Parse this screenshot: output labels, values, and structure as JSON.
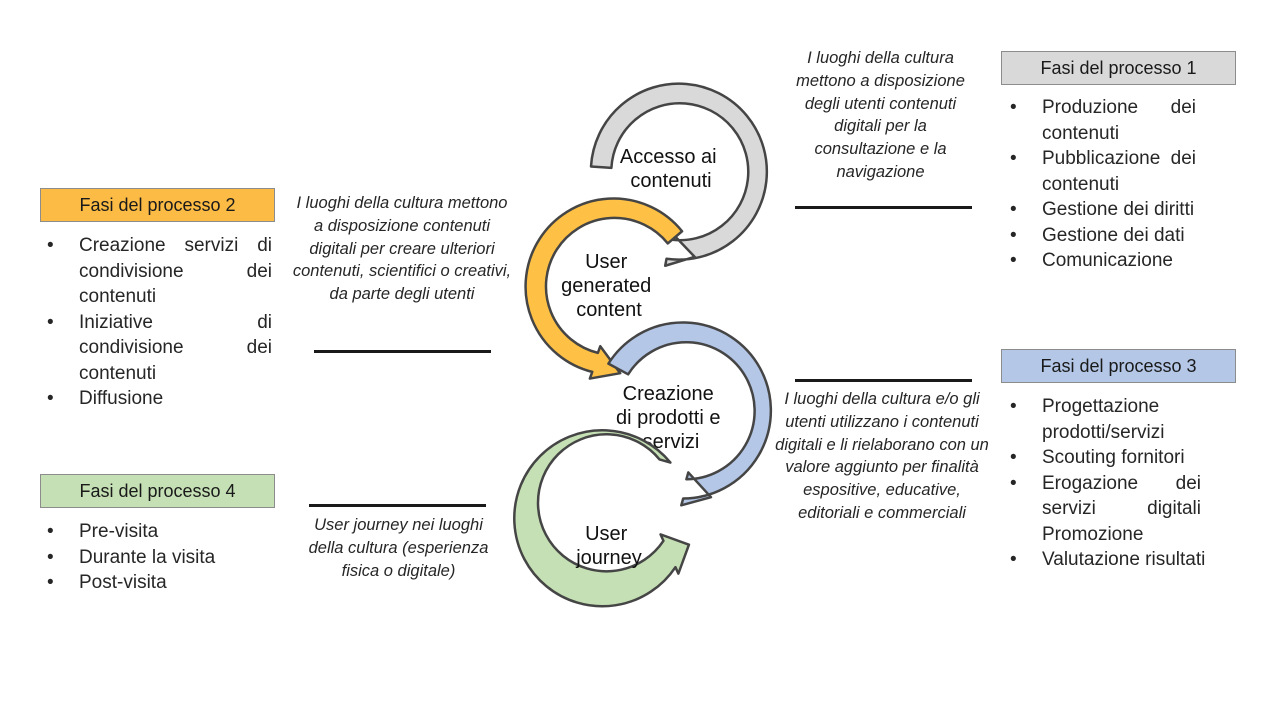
{
  "rings": {
    "access": {
      "lines": [
        "Accesso ai",
        "contenuti"
      ],
      "color": "#d9d9d9"
    },
    "ugc": {
      "lines": [
        "User",
        "generated",
        "content"
      ],
      "color": "#ffc145"
    },
    "creation": {
      "lines": [
        "Creazione",
        "di prodotti e",
        "servizi"
      ],
      "color": "#b4c7e7"
    },
    "journey": {
      "lines": [
        "User",
        "journey"
      ],
      "color": "#c5e0b4"
    }
  },
  "phase1": {
    "title": "Fasi del processo 1",
    "color": "#d9d9d9",
    "items": [
      "Produzione dei contenuti",
      "Pubblicazione dei contenuti",
      "Gestione dei diritti",
      "Gestione dei dati",
      "Comunicazione"
    ],
    "description": "I luoghi della cultura mettono a disposizione degli utenti contenuti digitali per la consultazione e la navigazione"
  },
  "phase2": {
    "title": "Fasi del processo 2",
    "color": "#fbbb44",
    "items": [
      "Creazione servizi di condivisione dei contenuti",
      "Iniziative di condivisione dei contenuti",
      "Diffusione"
    ],
    "description": "I luoghi della cultura mettono a disposizione contenuti digitali per creare ulteriori contenuti, scientifici o creativi, da parte degli utenti"
  },
  "phase3": {
    "title": "Fasi del processo 3",
    "color": "#b4c7e7",
    "items": [
      "Progettazione prodotti/servizi",
      "Scouting fornitori",
      "Erogazione dei servizi digitali Promozione",
      "Valutazione risultati"
    ],
    "description": "I luoghi della cultura e/o gli utenti utilizzano i contenuti digitali e li rielaborano con un valore aggiunto per finalità espositive, educative, editoriali e commerciali"
  },
  "phase4": {
    "title": "Fasi del processo 4",
    "color": "#c5e0b4",
    "items": [
      "Pre-visita",
      "Durante la visita",
      "Post-visita"
    ],
    "description": "User journey nei luoghi della cultura (esperienza fisica o digitale)"
  }
}
